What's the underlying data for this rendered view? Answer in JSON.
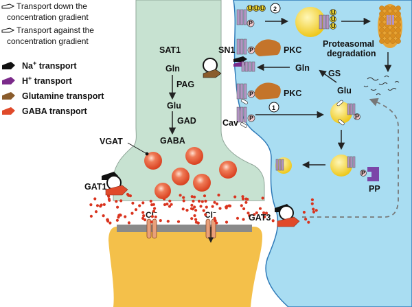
{
  "legend": {
    "down": "Transport down the",
    "down2": "concentration gradient",
    "against": "Transport against the",
    "against2": "concentration gradient",
    "na": "Na",
    "na_sup": "+",
    "na_rest": " transport",
    "h": "H",
    "h_sup": "+",
    "h_rest": " transport",
    "gln_transport": "Glutamine transport",
    "gaba_transport": "GABA transport"
  },
  "labels": {
    "sat1": "SAT1",
    "gln": "Gln",
    "pag": "PAG",
    "glu": "Glu",
    "gad": "GAD",
    "gaba": "GABA",
    "vgat": "VGAT",
    "gat1": "GAT1",
    "sn1": "SN1",
    "gln_right": "Gln",
    "gs": "GS",
    "glu_right": "Glu",
    "pkc_top": "PKC",
    "pkc_mid": "PKC",
    "prot1": "Proteasomal",
    "prot2": "degradation",
    "cav": "Cav",
    "pp": "PP",
    "gat3": "GAT3",
    "cl1": "Cl",
    "cl2": "Cl",
    "cl_sup": "−",
    "step1": "1",
    "step2": "2",
    "p": "P",
    "u": "U"
  },
  "colors": {
    "neuron": "#c7e2d1",
    "astrocyte": "#a9ddf2",
    "postsynaptic": "#f4c04a",
    "vesicle": "#e85a36",
    "gaba_dot": "#d9331e",
    "pkc": "#c4742a",
    "pp": "#7b45a8",
    "transporter": "#b394c4",
    "yellow_vesicle": "#f4dd34",
    "proteasome": "#e8a535"
  }
}
